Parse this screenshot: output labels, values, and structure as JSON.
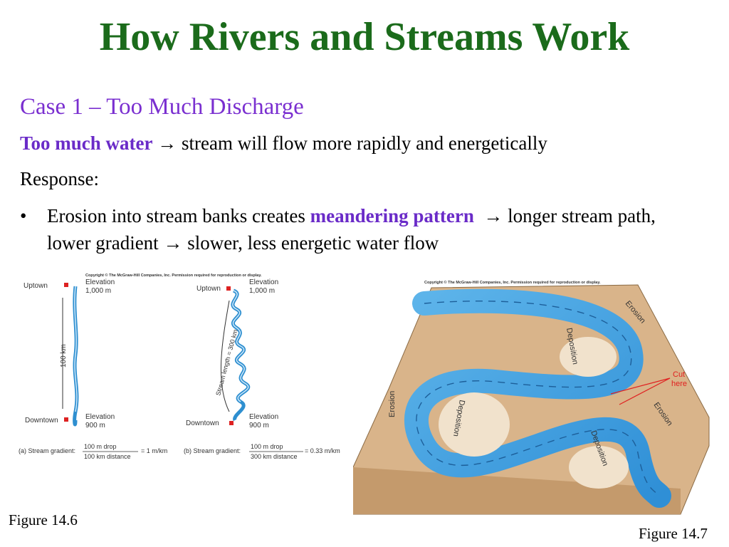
{
  "title": "How Rivers and Streams Work",
  "case_heading": "Case 1 – Too Much Discharge",
  "line1": {
    "emph": "Too much water",
    "arrow": "→",
    "rest": "stream will flow more rapidly and energetically"
  },
  "response_label": "Response:",
  "bullet": {
    "marker": "•",
    "part1": "Erosion into stream banks creates",
    "emph": "meandering pattern",
    "arrow": "→",
    "part2": "longer stream path, lower gradient",
    "part3": "slower, less energetic water flow"
  },
  "fig146": {
    "copyright": "Copyright © The McGraw-Hill Companies, Inc. Permission required for reproduction or display.",
    "uptown": "Uptown",
    "downtown": "Downtown",
    "elev_label": "Elevation",
    "elev_top": "1,000 m",
    "elev_bottom": "900 m",
    "length_a": "100 km",
    "length_b": "Stream length = 300 km",
    "caption_a_prefix": "(a) Stream gradient:",
    "caption_a_num": "100 m drop",
    "caption_a_den": "100 km distance",
    "caption_a_result": "= 1 m/km",
    "caption_b_prefix": "(b) Stream gradient:",
    "caption_b_num": "100 m drop",
    "caption_b_den": "300 km distance",
    "caption_b_result": "= 0.33 m/km",
    "label": "Figure 14.6"
  },
  "fig147": {
    "copyright": "Copyright © The McGraw-Hill Companies, Inc. Permission required for reproduction or display.",
    "erosion": "Erosion",
    "deposition": "Deposition",
    "cut_here_1": "Cut",
    "cut_here_2": "here",
    "label": "Figure 14.7"
  },
  "colors": {
    "title": "#1b6b1b",
    "emphasis": "#6a2bc8",
    "water": "#4ea6e0",
    "land": "#d9b48a"
  }
}
